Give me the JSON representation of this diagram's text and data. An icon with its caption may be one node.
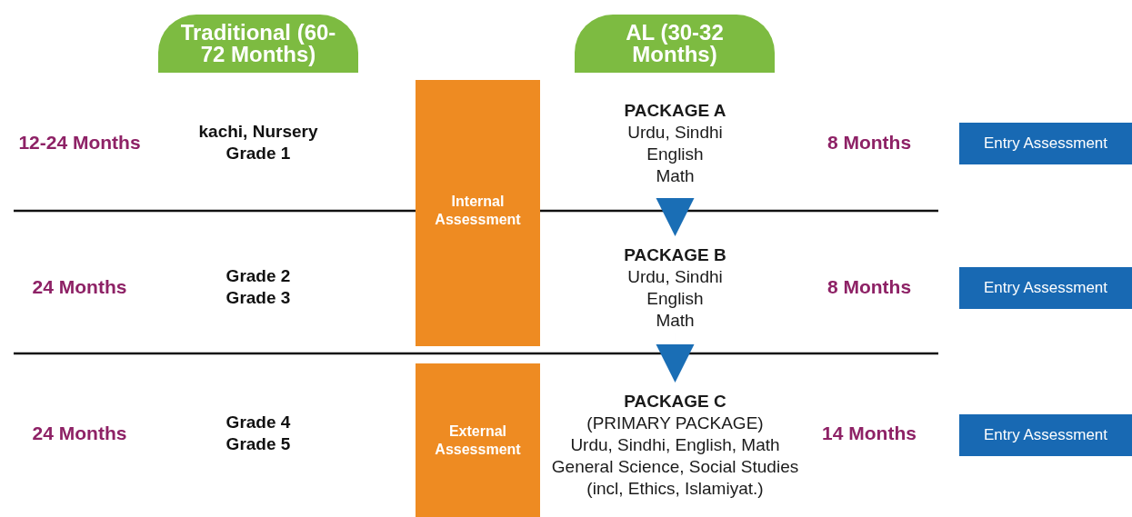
{
  "diagram": {
    "nodes": [
      {
        "text": [
          "Traditional (60-72 Months)"
        ]
      },
      {
        "text": [
          "AL (30-32 Months)"
        ]
      },
      {
        "text": [
          "Internal Assessment"
        ]
      },
      {
        "text": [
          "External Assessment"
        ]
      },
      {
        "text": [
          "PACKAGE A",
          "Urdu, Sindhi",
          "English",
          "Math"
        ]
      },
      {
        "text": [
          "PACKAGE B",
          "Urdu, Sindhi",
          "English",
          "Math"
        ]
      },
      {
        "text": [
          "PACKAGE C",
          "(PRIMARY PACKAGE)",
          "Urdu, Sindhi, English, Math",
          "General Science, Social Studies (incl, Ethics, Islamiyat.)"
        ]
      },
      {
        "text": [
          "Entry Assessment"
        ]
      },
      {
        "text": [
          "Entry Assessment"
        ]
      },
      {
        "text": [
          "Entry Assessment"
        ]
      }
    ],
    "edges": [
      {
        "from": 4,
        "to": 5,
        "arrow": "to"
      },
      {
        "from": 5,
        "to": 6,
        "arrow": "to"
      }
    ],
    "labels": [
      "12-24 Months",
      "kachi, Nursery Grade 1",
      "8 Months",
      "24 Months",
      "Grade 2 Grade 3",
      "8 Months",
      "24 Months",
      "Grade 4 Grade 5",
      "14 Months"
    ]
  }
}
